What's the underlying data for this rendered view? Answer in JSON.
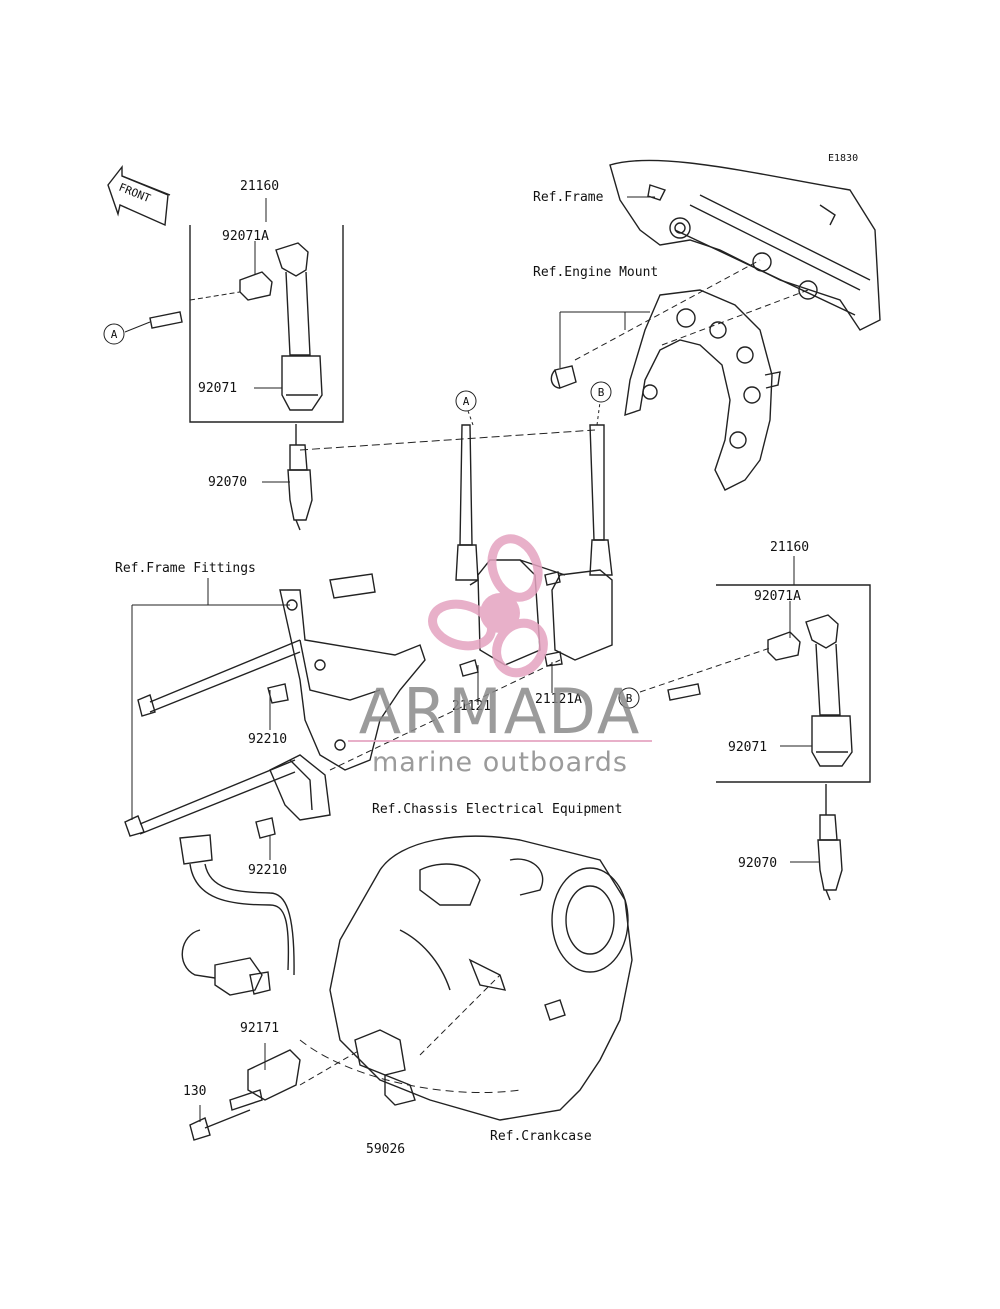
{
  "diagram": {
    "code": "E1830",
    "front_label": "FRONT",
    "callouts": {
      "a1": "A",
      "a2": "A",
      "b1": "B",
      "b2": "B"
    },
    "labels": {
      "p21160_top": "21160",
      "p92071a_top": "92071A",
      "p92071_top": "92071",
      "p92070_top": "92070",
      "ref_frame": "Ref.Frame",
      "ref_engine_mount": "Ref.Engine Mount",
      "ref_frame_fittings": "Ref.Frame Fittings",
      "p21160_right": "21160",
      "p92071a_right": "92071A",
      "p92071_right": "92071",
      "p92070_right": "92070",
      "p21121": "21121",
      "p21121a": "21121A",
      "p92210_a": "92210",
      "p92210_b": "92210",
      "ref_chassis": "Ref.Chassis Electrical Equipment",
      "p92171": "92171",
      "p130": "130",
      "p59026": "59026",
      "ref_crankcase": "Ref.Crankcase"
    }
  },
  "watermark": {
    "title": "ARMADA",
    "subtitle": "marine outboards",
    "accent": "#e4a3c0",
    "text_color": "#8a8a8a"
  }
}
